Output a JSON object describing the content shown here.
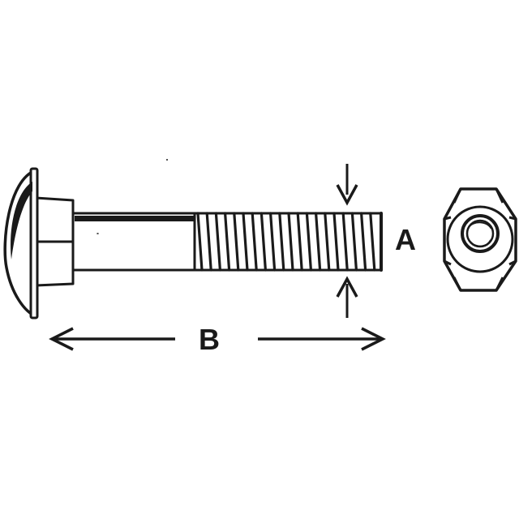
{
  "diagram": {
    "labels": {
      "thread_diameter": "A",
      "length": "B"
    },
    "parts": [
      "carriage-bolt",
      "hex-nut"
    ],
    "colors": {
      "stroke": "#1a1a1a",
      "fill": "#ffffff"
    }
  }
}
